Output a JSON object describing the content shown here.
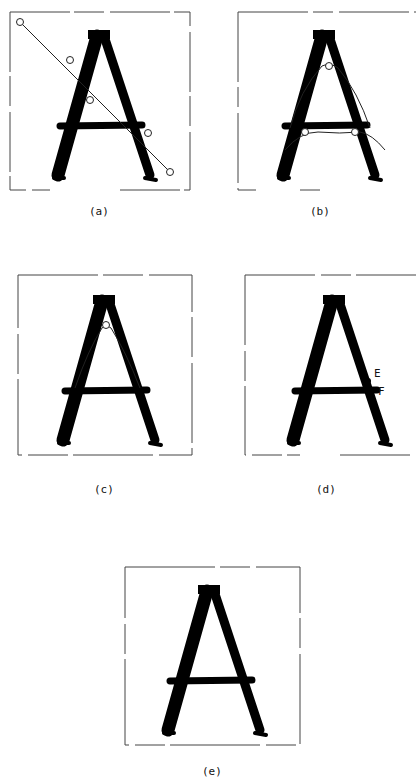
{
  "diagram": {
    "labels": [
      "(a)",
      "(b)",
      "(c)",
      "(d)",
      "E",
      "F",
      "(e)"
    ]
  }
}
